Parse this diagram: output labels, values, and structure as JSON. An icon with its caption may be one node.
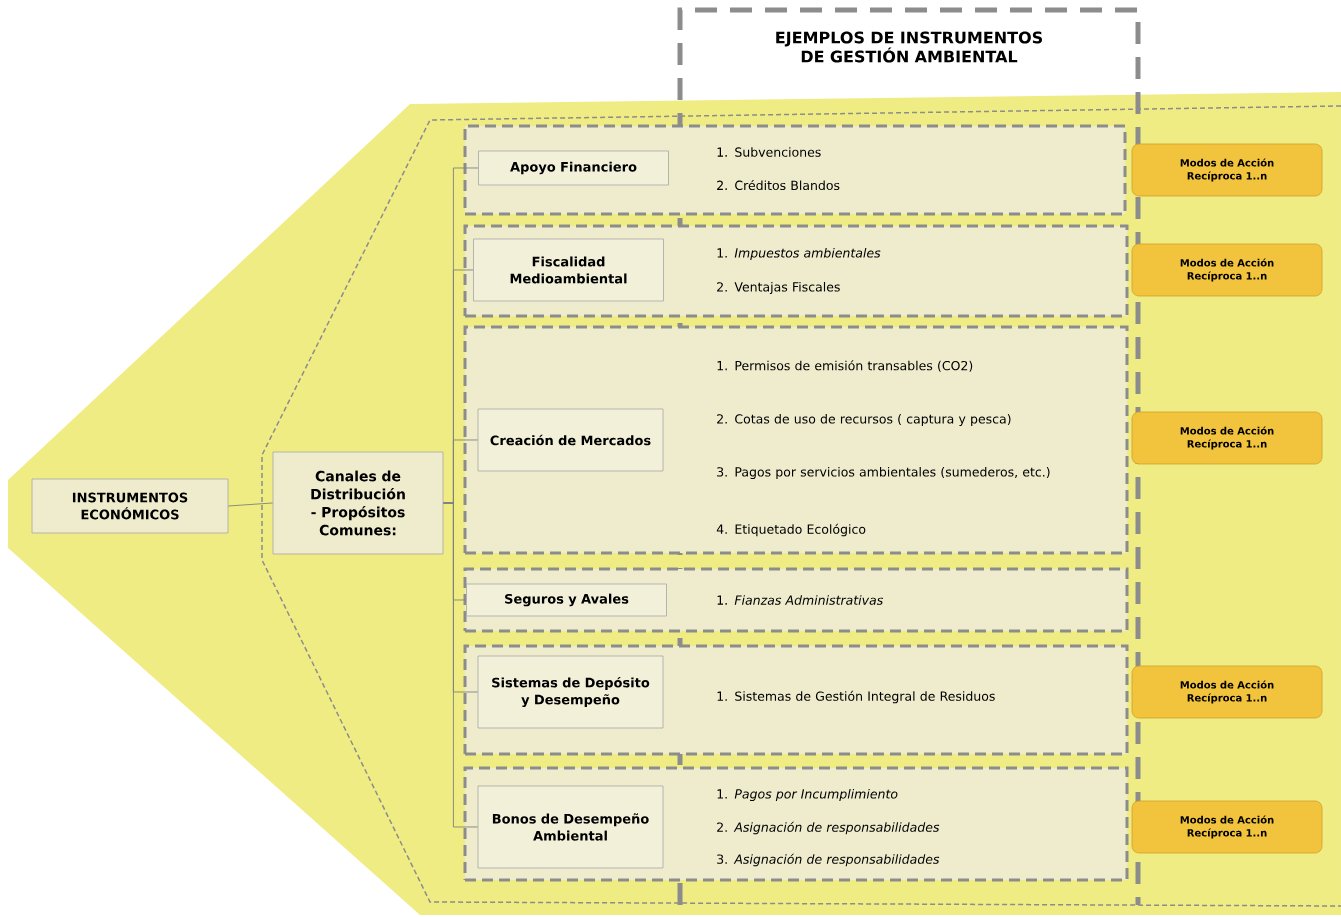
{
  "diagram": {
    "title": "EJEMPLOS DE INSTRUMENTOS DE GESTIÓN AMBIENTAL",
    "nodes": [
      {
        "text": [
          "INSTRUMENTOS ECONÓMICOS"
        ]
      },
      {
        "text": [
          "Canales de Distribución - Propósitos Comunes:"
        ]
      },
      {
        "text": [
          "1. Subvenciones",
          "2. Créditos Blandos"
        ]
      },
      {
        "text": [
          "Apoyo Financiero"
        ],
        "in": 2
      },
      {
        "text": [
          "1. *Impuestos ambientales*",
          "2. Ventajas Fiscales"
        ]
      },
      {
        "text": [
          "Fiscalidad Medioambiental"
        ],
        "in": 4
      },
      {
        "text": [
          "1. Permisos de emisión transables (CO2)",
          "2. Cotas de uso de recursos ( captura y pesca)",
          "3. Pagos por servicios ambientales (sumederos, etc.)",
          "4. Etiquetado Ecológico"
        ]
      },
      {
        "text": [
          "Creación de Mercados"
        ],
        "in": 6
      },
      {
        "text": [
          "1. *Fianzas Administrativas*"
        ]
      },
      {
        "text": [
          "Seguros y Avales"
        ],
        "in": 8
      },
      {
        "text": [
          "1. Sistemas de Gestión Integral de Residuos"
        ]
      },
      {
        "text": [
          "Sistemas de Depósito y Desempeño"
        ],
        "in": 10
      },
      {
        "text": [
          "1. *Pagos por Incumplimiento*",
          "2. *Asignación de responsabilidades*",
          "3. *Asignación de responsabilidades*"
        ]
      },
      {
        "text": [
          "Bonos de Desempeño Ambiental"
        ],
        "in": 12
      },
      {
        "text": [
          "Modos de Acción Recíproca 1..n"
        ]
      },
      {
        "text": [
          "Modos de Acción Recíproca 1..n"
        ]
      },
      {
        "text": [
          "Modos de Acción Recíproca 1..n"
        ]
      },
      {
        "text": [
          "Modos de Acción Recíproca 1..n"
        ]
      },
      {
        "text": [
          "Modos de Acción Recíproca 1..n"
        ]
      }
    ],
    "edges": [
      {
        "from": 0,
        "to": 1,
        "arrow": "none"
      },
      {
        "from": 1,
        "to": 3,
        "arrow": "none"
      },
      {
        "from": 1,
        "to": 5,
        "arrow": "none"
      },
      {
        "from": 1,
        "to": 7,
        "arrow": "none"
      },
      {
        "from": 1,
        "to": 9,
        "arrow": "none"
      },
      {
        "from": 1,
        "to": 11,
        "arrow": "none"
      },
      {
        "from": 1,
        "to": 13,
        "arrow": "none"
      }
    ]
  }
}
